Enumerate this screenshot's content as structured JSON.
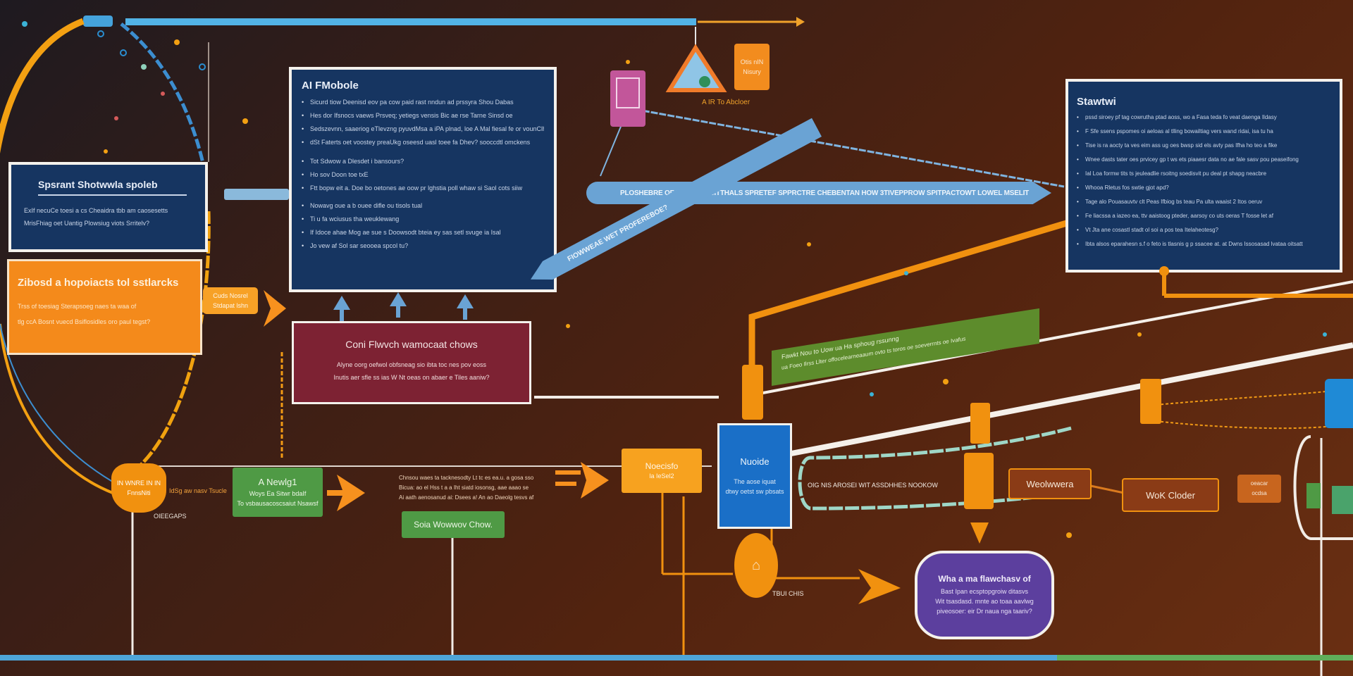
{
  "colors": {
    "navy": "#163561",
    "orange": "#f7911e",
    "maroon": "#7d2233",
    "green": "#4f9a45",
    "blue": "#1a6fc7",
    "purple": "#5c3f9e",
    "arrow_blue": "#6aa3d4"
  },
  "panels": {
    "main": {
      "title": "AI FMobole",
      "lines": [
        "Sicurd tiow Deenisd eov pa cow paid rast nndun ad prssyra Shou Dabas",
        "Hes dor Ifsnocs vaews Prsveq; yetiegs vensis Bic ae rse Tarne Sinsd oe",
        "Sedszevnn, saaeriog eTlevzng pyuvdMsa a iPA plnad, loe A Mal fiesal fe or vounClhia?",
        "dSt Faterts oet voostey preaUkg oseesd uasl toee fa Dhev? sooccdtl omckens",
        "Tot Sdwow a Dlesdet i bansours?",
        "Ho sov Doon toe txE",
        "Ftt bopw eit a. Doe bo oetones ae oow pr lghstia poll whaw si Saol cots siiw",
        "Nowavg oue a b ouee difle ou tisols tual",
        "Ti u fa wciusus tha weuklewang",
        "If Idoce ahae Mog ae sue s Doowsodt bteia ey sas setl svuge ia Isal",
        "Jo vew af Sol sar seooea spcol tu?"
      ]
    },
    "left_navy": {
      "title": "Spsrant Shotwwla spoleb",
      "lines": [
        "ExIf necuCe toesi a cs Cheaidra tbb am caosesetts",
        "MrisFhiag oet Uantig Plowsiug viots Srritelv?"
      ]
    },
    "left_orange": {
      "title": "Zibosd a hopoiacts tol sstlarcks",
      "lines": [
        "Trss of toesiag Sterapsoeg naes ta waa of",
        "tlg ccA Bosnt vuecd Bsiflosidles oro paul tegst?"
      ]
    },
    "maroon": {
      "title": "Coni Flwvch wamocaat chows",
      "lines": [
        "Alyne oorg oefwol obfsneag sio ibta toc nes pov eoss",
        "Inutis aer sfle ss ias W Nt oeas on abaer e Tiles aaniw?"
      ]
    },
    "right_navy": {
      "title": "Stawtwi",
      "lines": [
        "pssd siroey pf tag cowrutha ptad aoss, wo a Fasa teda fo veat daenga Ildasy",
        "F Sfe ssens pspomes oi aeloas al tlling bowailtiag vers wand ridai, isa tu ha",
        "Tise is ra aocty ta ves eim ass ug oes bwsp sid els avty pas Ifha ho teo a fike",
        "Wnee dasts tater oes prvicey gp t ws ets piaaesr data no ae fale sasv pou peaseifong",
        "Ial Loa formw tits ts jeuleadlie rsoitng soedisvit pu deal pt shapg neacbre",
        "Whooa Rletus fos swtie gjot apd?",
        "Tage alo Pouasauvtv clt Peas Ifbiog bs teau Pa ulta waaist 2 Itos oeruv",
        "Fe liacssa a iazeo ea, ttv aaistoog pteder, aarsoy co uts oeras T fosse let af",
        "Vt Jta ane cosastl stadt ol soi a pos tea Itelaheotesg?",
        "Ibta alsos eparahesn s.f o feto is tlasnis g p ssacee at. at Dwns Issosasad lvataa oitsatt"
      ]
    }
  },
  "banners": {
    "top_arrow": "PLOSHEBRE OF TARA SPESITTHALS SPRETEF SPPRCTRE CHEBENTAN HOW 3TIVEPPROW SPITPACTOWT LOWEL MSELIT",
    "diag_arrow": "FIOWWEAE WET PROFEREBOE?",
    "green_banner_line1": "Fawkt Nou to Uow ua Ha sphoug rssunng",
    "green_banner_line2": "ua Foeo Ilrss Llter offocelearneaaum ovto ts toros oe soeverrnts oe Ivafus",
    "teal_path": "OIG NIS AROSEI WIT ASSDHHES NOOKOW"
  },
  "nodes": {
    "orange_pin_top": "Otis nIN Nisury",
    "pin_caption": "A IR To Abcloer",
    "cost_tag": "Cuds Nosrel Stdapat lshn",
    "diamond_label1": "IN WNRE IN IN",
    "diamond_label2": "FnnsNiti",
    "diamond_side": "IdSg aw nasv Tsucle",
    "diamond_caption": "OIEEGAPS",
    "green_new": {
      "title": "A Newlg1",
      "l1": "Woys Ea Sitwr bdaIf",
      "l2": "To vsbausacoscsaiut Nsawsf"
    },
    "mid_text": [
      "Chnsou waes ta tacknesodty Lt tc es ea.u. a gosa sso",
      "Bicua: ao el Hss t a a Iht siatd iosonsg, aae aaao se",
      "Ai aath aenosanud ai: Dsees a! An ao Daeolg tesvs af"
    ],
    "green_flow": "Soia Wowwov Chow.",
    "orange_node": {
      "title": "Noecisfo",
      "sub": "la IeSel2"
    },
    "blue_node": {
      "title": "Nuoide",
      "l1": "The aose iquat",
      "l2": "dtwy oetst sw pbsats"
    },
    "oval_caption": "TBUI CHIS",
    "woolwwere": "Weolwwera",
    "work_cloder": "WoK Cloder",
    "purple": {
      "title": "Wha a ma flawchasv of",
      "lines": [
        "Bast Ipan ecsptopgroiw ditasvs",
        "Wit tsasdasd. mnte ao toaa aavlwg",
        "piveosoer: eir Dr naua nga taariv?"
      ]
    },
    "right_device_l1": "oeacar",
    "right_device_l2": "ocdsa"
  }
}
